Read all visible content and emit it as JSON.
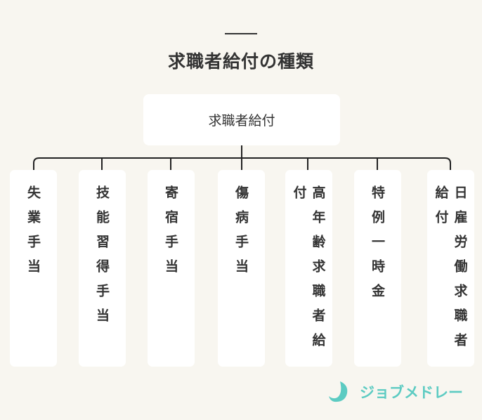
{
  "title": "求職者給付の種類",
  "root": "求職者給付",
  "children": [
    "失業手当",
    "技能習得手当",
    "寄宿手当",
    "傷病手当",
    "高年齢求職者給付",
    "特例一時金",
    "日雇労働求職者給付"
  ],
  "logo": "ジョブメドレー",
  "colors": {
    "background": "#f8f6f0",
    "brand": "#5ccbc2",
    "line": "#222222"
  }
}
